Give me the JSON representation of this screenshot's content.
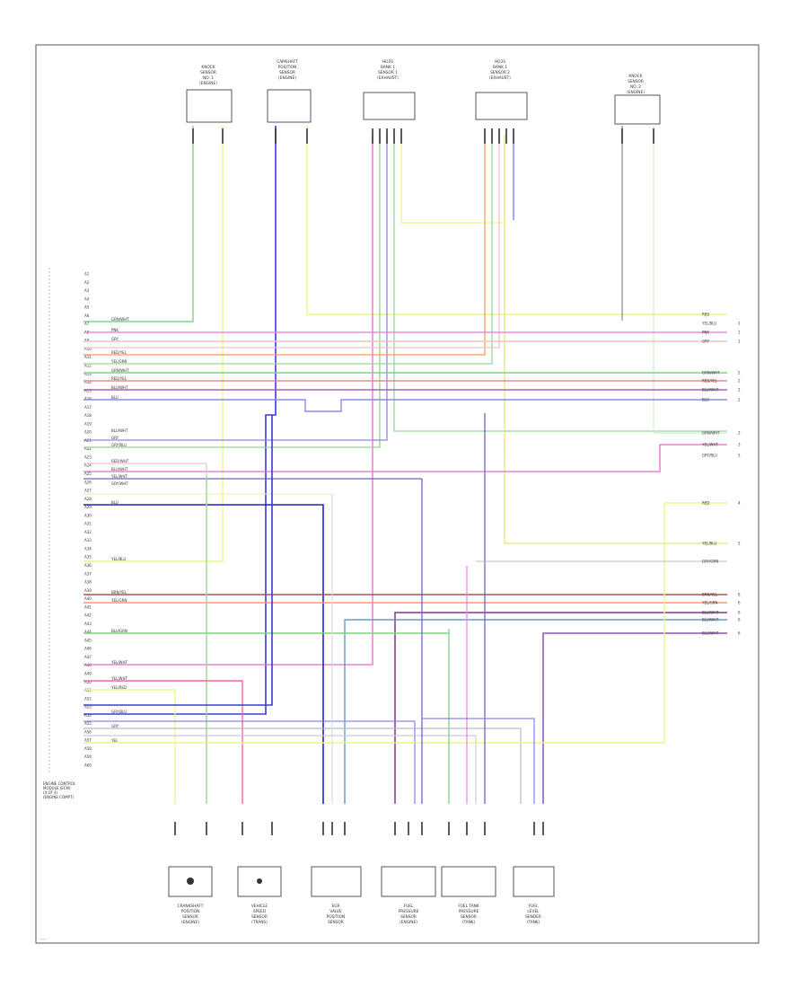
{
  "diagram": {
    "footer_code": "......",
    "ecm_caption": [
      "ENGINE CONTROL",
      "MODULE (ECM)",
      "(4 OF 4)",
      "(ENGINE COMPT)"
    ],
    "ecm_pins": [
      "A1",
      "A2",
      "A3",
      "A4",
      "A5",
      "A6",
      "A7",
      "A8",
      "A9",
      "A10",
      "A11",
      "A12",
      "A13",
      "A14",
      "A15",
      "A16",
      "A17",
      "A18",
      "A19",
      "A20",
      "A21",
      "A22",
      "A23",
      "A24",
      "A25",
      "A26",
      "A27",
      "A28",
      "A29",
      "A30",
      "A31",
      "A32",
      "A33",
      "A34",
      "A35",
      "A36",
      "A37",
      "A38",
      "A39",
      "A40",
      "A41",
      "A42",
      "A43",
      "A44",
      "A45",
      "A46",
      "A47",
      "A48",
      "A49",
      "A50",
      "A51",
      "A52",
      "A53",
      "A54",
      "A55",
      "A56",
      "A57",
      "A58",
      "A59",
      "A60"
    ],
    "top_components": [
      {
        "id": "knock1",
        "caption": [
          "KNOCK",
          "SENSOR",
          "NO. 1",
          "(ENGINE)"
        ]
      },
      {
        "id": "camshaft",
        "caption": [
          "CAMSHAFT",
          "POSITION",
          "SENSOR",
          "(ENGINE)"
        ]
      },
      {
        "id": "o2s1",
        "caption": [
          "HO2S",
          "BANK 1",
          "SENSOR 1",
          "(EXHAUST)"
        ]
      },
      {
        "id": "o2s2",
        "caption": [
          "HO2S",
          "BANK 1",
          "SENSOR 2",
          "(EXHAUST)"
        ]
      },
      {
        "id": "knock2",
        "caption": [
          "KNOCK",
          "SENSOR",
          "NO. 2",
          "(ENGINE)"
        ]
      }
    ],
    "bottom_components": [
      {
        "id": "crank",
        "caption": [
          "CRANKSHAFT",
          "POSITION",
          "SENSOR",
          "(ENGINE)"
        ]
      },
      {
        "id": "speed",
        "caption": [
          "VEHICLE",
          "SPEED",
          "SENSOR",
          "(TRANS)"
        ]
      },
      {
        "id": "egr",
        "caption": [
          "EGR",
          "VALVE",
          "POSITION",
          "SENSOR"
        ]
      },
      {
        "id": "fuelpress",
        "caption": [
          "FUEL",
          "PRESSURE",
          "SENSOR",
          "(ENGINE)"
        ]
      },
      {
        "id": "tankpress",
        "caption": [
          "FUEL TANK",
          "PRESSURE",
          "SENSOR",
          "(TANK)"
        ]
      },
      {
        "id": "level",
        "caption": [
          "FUEL",
          "LEVEL",
          "SENDER",
          "(TANK)"
        ]
      }
    ],
    "right_connections": [
      {
        "label": "RED",
        "ref": ""
      },
      {
        "label": "YEL/BLU",
        "ref": "1"
      },
      {
        "label": "PNK",
        "ref": "1"
      },
      {
        "label": "GRY",
        "ref": "1"
      },
      {
        "label": "GRN/WHT",
        "ref": "2"
      },
      {
        "label": "RED/YEL",
        "ref": "2"
      },
      {
        "label": "BLU/WHT",
        "ref": "2"
      },
      {
        "label": "BLU",
        "ref": "2"
      },
      {
        "label": "GRN/WHT",
        "ref": "3"
      },
      {
        "label": "YEL/WHT",
        "ref": "3"
      },
      {
        "label": "GRY/BLU",
        "ref": "3"
      },
      {
        "label": "RED",
        "ref": "4"
      },
      {
        "label": "YEL/BLU",
        "ref": "5"
      },
      {
        "label": "GRY/GRN",
        "ref": ""
      },
      {
        "label": "BRN/YEL",
        "ref": "6"
      },
      {
        "label": "YEL/GRN",
        "ref": "6"
      },
      {
        "label": "BLU/WHT",
        "ref": "6"
      },
      {
        "label": "BLU/WHT",
        "ref": "6"
      },
      {
        "label": "BLU/WHT",
        "ref": "6"
      }
    ],
    "wire_labels_left": [
      "GRN/WHT",
      "PNK",
      "GRY",
      "RED/YEL",
      "YEL/GRN",
      "GRN/WHT",
      "RED/YEL",
      "BLU/WHT",
      "BLU",
      "BLU/WHT",
      "GRY",
      "GRY/BLU",
      "RED/WHT",
      "BLU/WHT",
      "YEL/WHT",
      "GRY/WHT",
      "BLU",
      "YEL/BLU",
      "BRN/YEL",
      "YEL/GRN",
      "BLU/GRN",
      "YEL/WHT",
      "YEL/WHT",
      "YEL/RED",
      "GRY/BLU",
      "GRY",
      "YEL"
    ]
  }
}
